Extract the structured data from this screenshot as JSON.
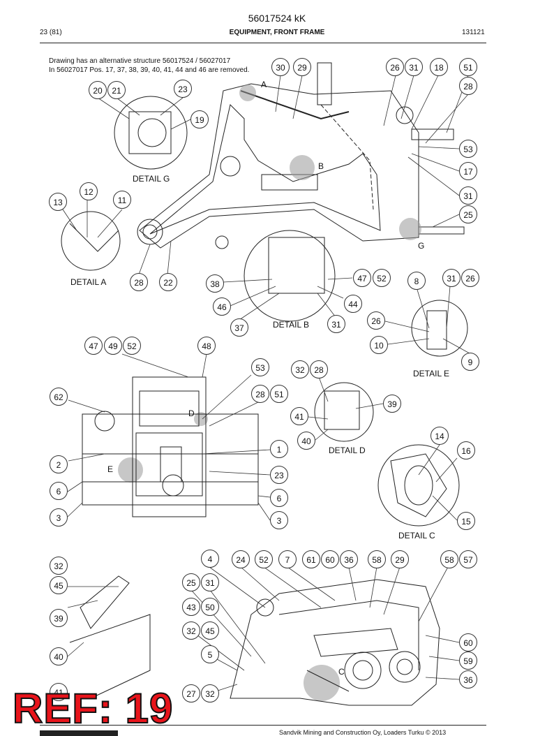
{
  "header": {
    "document_title": "56017524 kK",
    "page_number": "23 (81)",
    "section_title": "EQUIPMENT, FRONT FRAME",
    "date_code": "131121"
  },
  "notes": {
    "line1": "Drawing has an alternative structure 56017524 / 56027017",
    "line2": "In 56027017 Pos. 17, 37, 38, 39, 40, 41, 44 and 46 are removed."
  },
  "detail_labels": {
    "g": "DETAIL G",
    "a": "DETAIL A",
    "b": "DETAIL B",
    "e": "DETAIL E",
    "d": "DETAIL D",
    "c": "DETAIL C"
  },
  "view_letters": [
    "A",
    "B",
    "G",
    "D",
    "E",
    "C"
  ],
  "callouts": {
    "top": [
      "30",
      "29",
      "26",
      "31",
      "18",
      "51",
      "28",
      "53",
      "17",
      "31",
      "25",
      "20",
      "21",
      "23",
      "19",
      "12",
      "11",
      "13",
      "28",
      "22",
      "38",
      "47",
      "52",
      "46",
      "44",
      "37",
      "31",
      "8",
      "31",
      "26",
      "26",
      "10",
      "9"
    ],
    "middle": [
      "47",
      "49",
      "52",
      "48",
      "53",
      "28",
      "51",
      "62",
      "1",
      "2",
      "23",
      "6",
      "6",
      "3",
      "3",
      "32",
      "28",
      "39",
      "41",
      "40",
      "14",
      "16",
      "15"
    ],
    "bottom": [
      "32",
      "45",
      "39",
      "40",
      "41",
      "4",
      "24",
      "52",
      "7",
      "61",
      "60",
      "36",
      "58",
      "29",
      "58",
      "57",
      "25",
      "31",
      "43",
      "50",
      "32",
      "45",
      "5",
      "27",
      "32",
      "60",
      "59",
      "36"
    ]
  },
  "ref_stamp": "REF: 19",
  "footer": {
    "copyright": "Sandvik Mining and Construction Oy, Loaders Turku © 2013"
  }
}
